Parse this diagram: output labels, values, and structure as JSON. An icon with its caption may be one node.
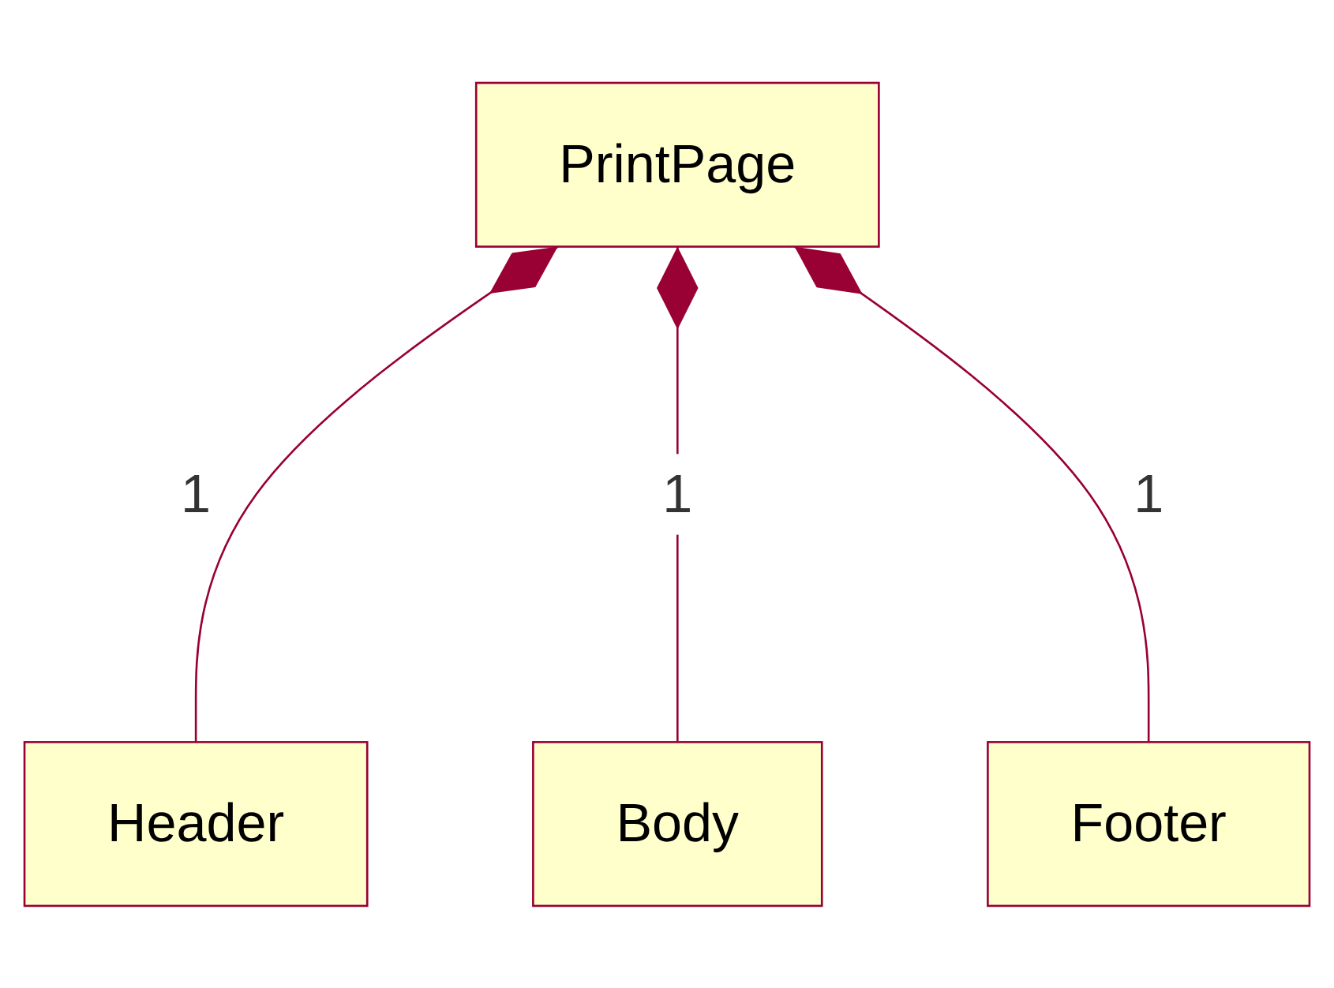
{
  "diagram": {
    "nodes": [
      {
        "text": [
          "PrintPage"
        ]
      },
      {
        "text": [
          "Header"
        ]
      },
      {
        "text": [
          "Body"
        ]
      },
      {
        "text": [
          "Footer"
        ]
      }
    ],
    "edges": [
      {
        "from": 0,
        "to": 1,
        "arrow": "other",
        "label": "1"
      },
      {
        "from": 0,
        "to": 2,
        "arrow": "other",
        "label": "1"
      },
      {
        "from": 0,
        "to": 3,
        "arrow": "other",
        "label": "1"
      }
    ]
  }
}
